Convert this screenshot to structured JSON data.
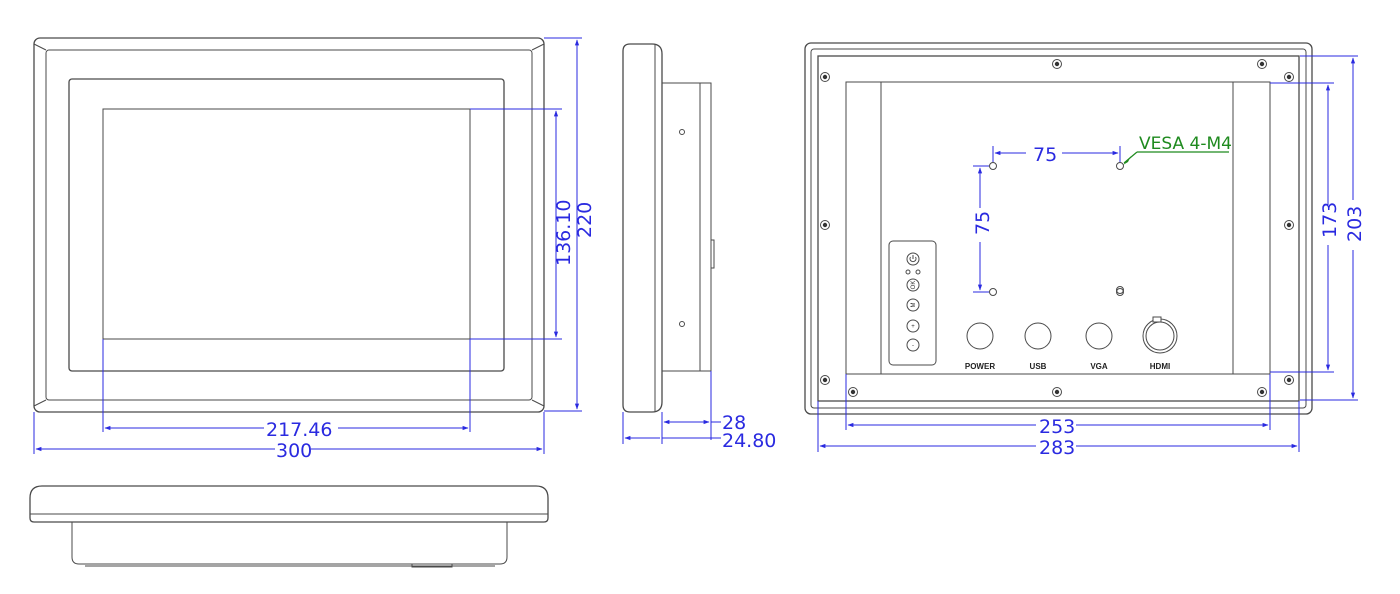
{
  "dimensions": {
    "screen_height": "136.10",
    "overall_height": "220",
    "screen_width": "217.46",
    "overall_width": "300",
    "depth_total": "28",
    "depth_bezel": "24.80",
    "vesa_horizontal": "75",
    "vesa_vertical": "75",
    "back_inner_height": "173",
    "back_outer_height": "203",
    "back_inner_width": "253",
    "back_outer_width": "283"
  },
  "annotation": {
    "vesa": "VESA 4-M4"
  },
  "ports": {
    "power": "POWER",
    "usb": "USB",
    "vga": "VGA",
    "hdmi": "HDMI"
  },
  "osd_buttons": {
    "ok": "OK",
    "menu": "M",
    "plus": "+",
    "minus": "-"
  },
  "colors": {
    "dimension": "#2a2ae0",
    "annotation": "#1e8a1e",
    "outline": "#4a4a4a"
  }
}
